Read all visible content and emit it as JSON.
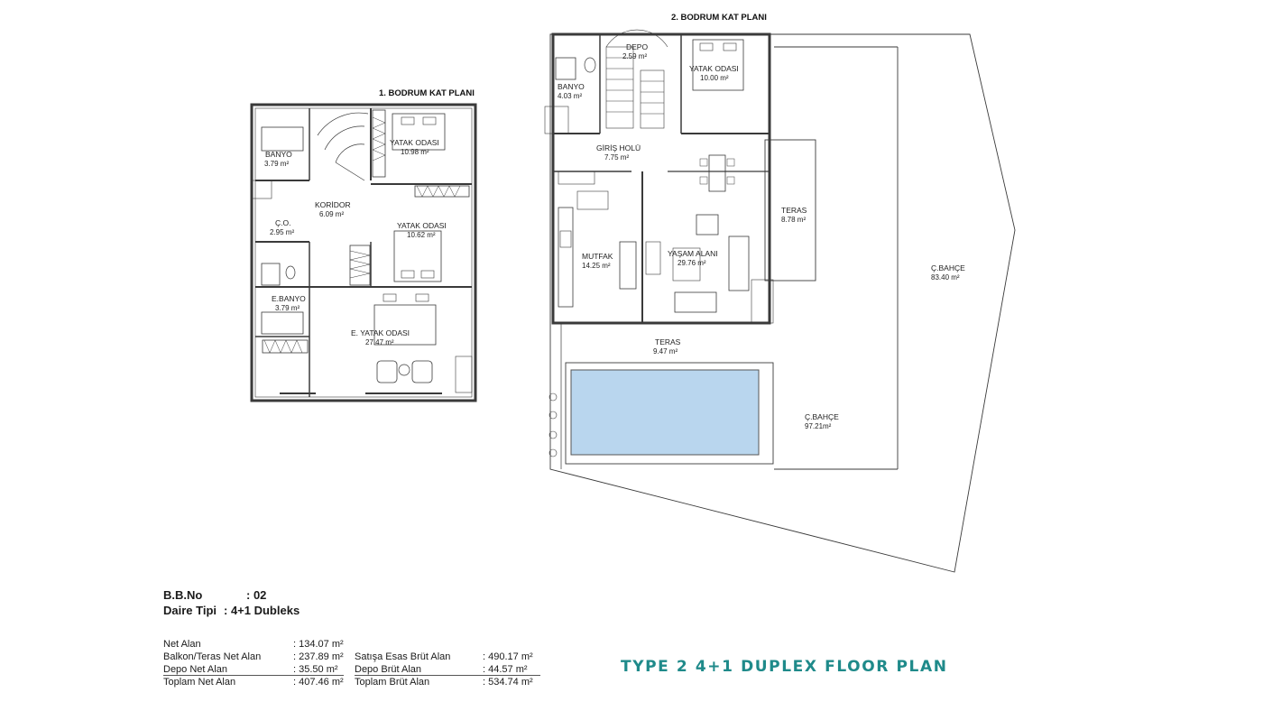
{
  "plans": {
    "floor1": {
      "title": "1. BODRUM KAT PLANI",
      "rooms": [
        {
          "name": "BANYO",
          "area": "3.79 m²"
        },
        {
          "name": "YATAK ODASI",
          "area": "10.98 m²"
        },
        {
          "name": "KORİDOR",
          "area": "6.09 m²"
        },
        {
          "name": "Ç.O.",
          "area": "2.95 m²"
        },
        {
          "name": "YATAK ODASI",
          "area": "10.62 m²"
        },
        {
          "name": "E.BANYO",
          "area": "3.79 m²"
        },
        {
          "name": "E. YATAK ODASI",
          "area": "27.47 m²"
        }
      ]
    },
    "floor2": {
      "title": "2. BODRUM KAT PLANI",
      "rooms": [
        {
          "name": "DEPO",
          "area": "2.59 m²"
        },
        {
          "name": "YATAK ODASI",
          "area": "10.00 m²"
        },
        {
          "name": "BANYO",
          "area": "4.03 m²"
        },
        {
          "name": "GİRİŞ HOLÜ",
          "area": "7.75 m²"
        },
        {
          "name": "TERAS",
          "area": "8.78 m²"
        },
        {
          "name": "MUTFAK",
          "area": "14.25 m²"
        },
        {
          "name": "YAŞAM ALANI",
          "area": "29.76 m²"
        },
        {
          "name": "Ç.BAHÇE",
          "area": "83.40 m²"
        },
        {
          "name": "TERAS",
          "area": "9.47 m²"
        },
        {
          "name": "Ç.BAHÇE",
          "area": "97.21m²"
        }
      ]
    }
  },
  "info": {
    "bb_label": "B.B.No",
    "bb_value": ": 02",
    "type_label": "Daire Tipi",
    "type_value": ": 4+1 Dubleks"
  },
  "areas": {
    "net": {
      "label": "Net Alan",
      "value": ": 134.07 m²"
    },
    "balcony": {
      "label": "Balkon/Teras Net Alan",
      "value": ": 237.89 m²"
    },
    "depot_net": {
      "label": "Depo Net Alan",
      "value": ": 35.50 m²"
    },
    "total_net": {
      "label": "Toplam Net Alan",
      "value": ": 407.46 m²"
    },
    "sale_gross": {
      "label": "Satışa Esas Brüt Alan",
      "value": ": 490.17 m²"
    },
    "depot_gross": {
      "label": "Depo Brüt Alan",
      "value": ": 44.57 m²"
    },
    "total_gross": {
      "label": "Toplam Brüt Alan",
      "value": ": 534.74 m²"
    }
  },
  "type_title": "TYPE 2 4+1 DUPLEX FLOOR PLAN",
  "colors": {
    "accent": "#1f8a8a",
    "pool": "#b9d6ee",
    "wall": "#3a3a3a"
  }
}
